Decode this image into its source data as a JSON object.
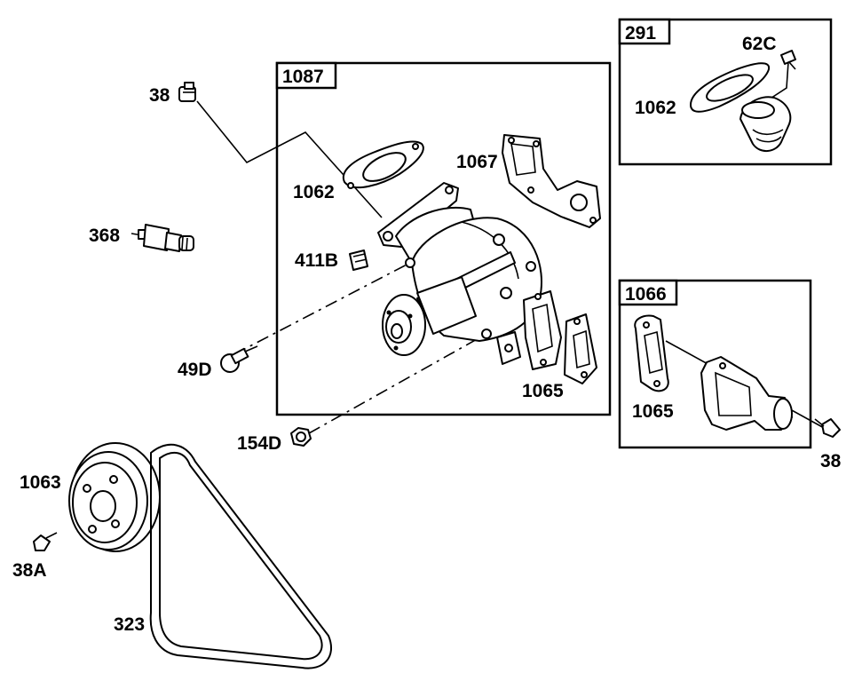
{
  "groups": {
    "g1087": "1087",
    "g291": "291",
    "g1066": "1066"
  },
  "labels": {
    "l38_top": "38",
    "l368": "368",
    "l411b": "411B",
    "l49d": "49D",
    "l154d": "154D",
    "l1062_main": "1062",
    "l1067": "1067",
    "l1065_main": "1065",
    "l62c": "62C",
    "l1062_thermo": "1062",
    "l1065_outlet": "1065",
    "l38_right": "38",
    "l1063": "1063",
    "l38a": "38A",
    "l323": "323"
  }
}
